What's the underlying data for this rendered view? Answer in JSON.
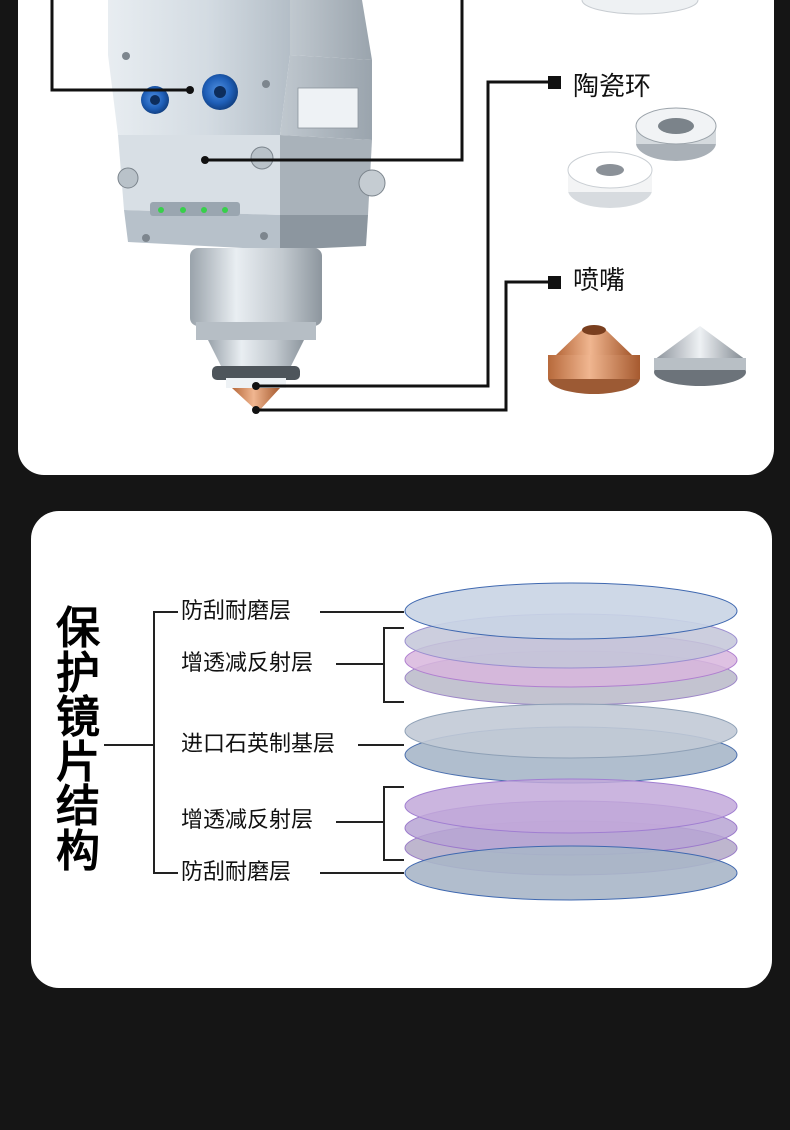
{
  "top_panel": {
    "callouts": [
      {
        "label": "陶瓷环"
      },
      {
        "label": "喷嘴"
      }
    ]
  },
  "structure_panel": {
    "title": "保护镜片结构",
    "layer_labels": [
      {
        "label": "防刮耐磨层"
      },
      {
        "label": "增透减反射层"
      },
      {
        "label": "进口石英制基层"
      },
      {
        "label": "增透减反射层"
      },
      {
        "label": "防刮耐磨层"
      }
    ]
  },
  "colors": {
    "background": "#151515",
    "card": "#ffffff",
    "head_body": "#c9d3db",
    "blue_port": "#1f5fb8",
    "led": "#37d04a",
    "copper": "#d58a55",
    "lens_blue": "#9fb4cc",
    "lens_violet": "#b8a3d6",
    "lens_gray": "#aab5c4"
  }
}
